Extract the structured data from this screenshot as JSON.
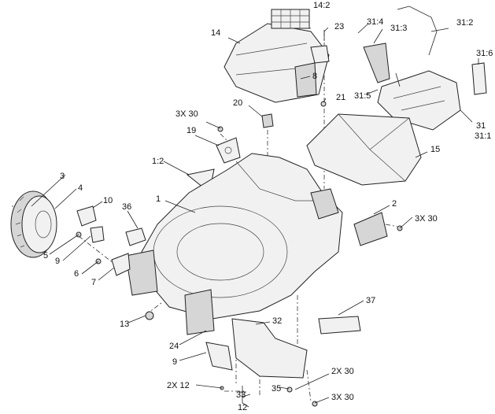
{
  "diagram": {
    "labels": {
      "l_14_2": "14:2",
      "l_14": "14",
      "l_23": "23",
      "l_31_4": "31:4",
      "l_31_3": "31:3",
      "l_31_2": "31:2",
      "l_31_6": "31:6",
      "l_8": "8",
      "l_21": "21",
      "l_31_5": "31:5",
      "l_20": "20",
      "l_3x30_a": "3X 30",
      "l_19": "19",
      "l_31": "31",
      "l_31_1": "31:1",
      "l_15": "15",
      "l_1_2": "1:2",
      "l_3": "3",
      "l_4": "4",
      "l_10": "10",
      "l_36": "36",
      "l_1": "1",
      "l_2": "2",
      "l_3x30_b": "3X 30",
      "l_5": "5",
      "l_9a": "9",
      "l_6": "6",
      "l_7": "7",
      "l_37": "37",
      "l_13": "13",
      "l_32": "32",
      "l_24": "24",
      "l_9b": "9",
      "l_2x30": "2X 30",
      "l_2x12": "2X 12",
      "l_35": "35",
      "l_33": "33",
      "l_12": "12",
      "l_3x30_c": "3X 30"
    }
  }
}
